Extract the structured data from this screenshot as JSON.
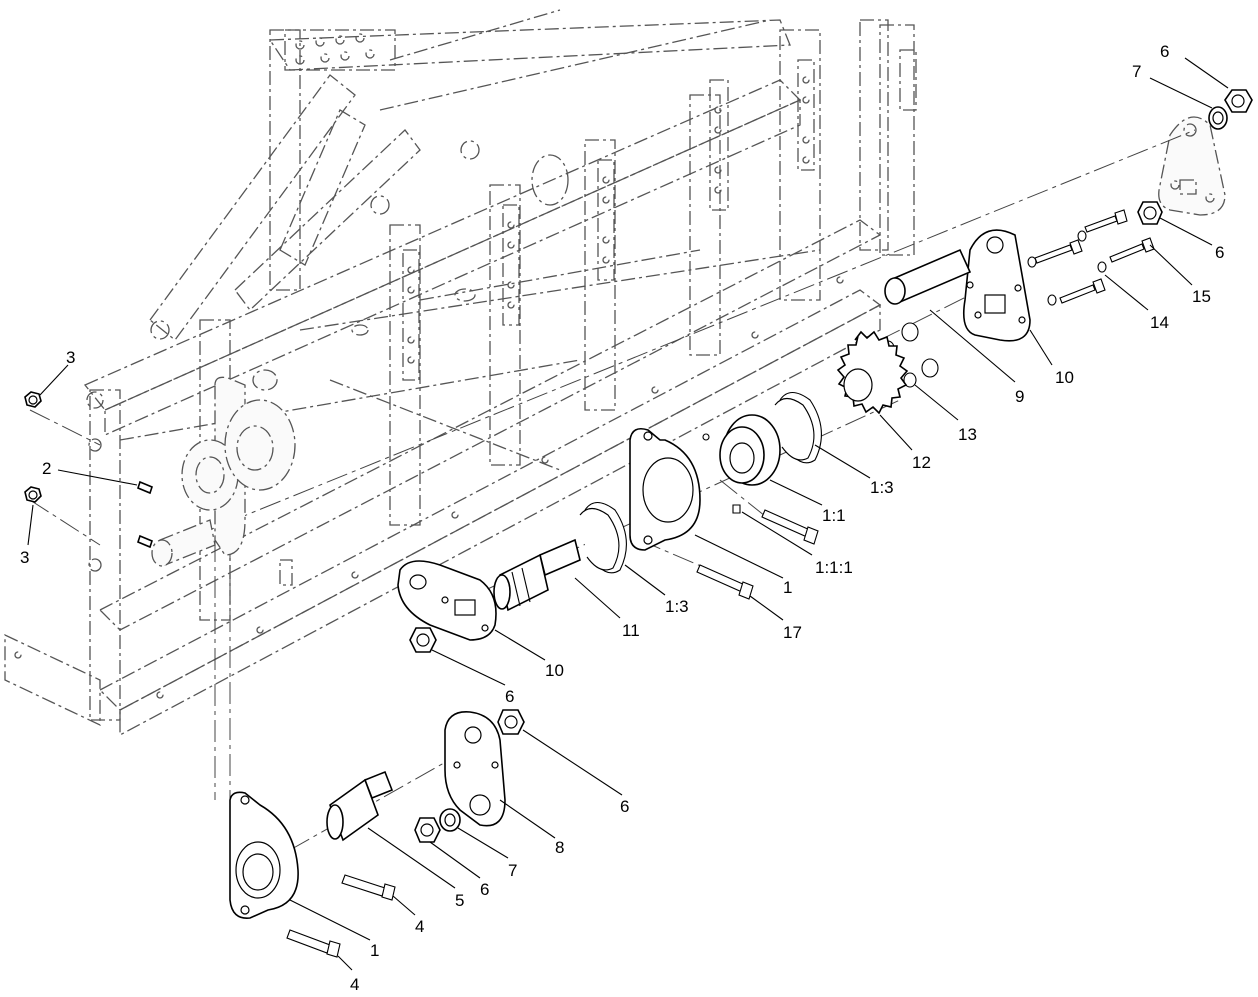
{
  "callouts": {
    "c_3a": "3",
    "c_2": "2",
    "c_3b": "3",
    "c_6a": "6",
    "c_7a": "7",
    "c_6b": "6",
    "c_15": "15",
    "c_14": "14",
    "c_10a": "10",
    "c_9": "9",
    "c_13": "13",
    "c_12": "12",
    "c_1_3a": "1:3",
    "c_1_1": "1:1",
    "c_1_1_1": "1:1:1",
    "c_1a": "1",
    "c_17": "17",
    "c_11": "11",
    "c_1_3b": "1:3",
    "c_10b": "10",
    "c_6c": "6",
    "c_6d": "6",
    "c_8": "8",
    "c_7b": "7",
    "c_6e": "6",
    "c_5": "5",
    "c_4a": "4",
    "c_1b": "1",
    "c_4b": "4"
  },
  "colors": {
    "line": "#000000",
    "phantom": "#555555",
    "background": "#ffffff"
  }
}
